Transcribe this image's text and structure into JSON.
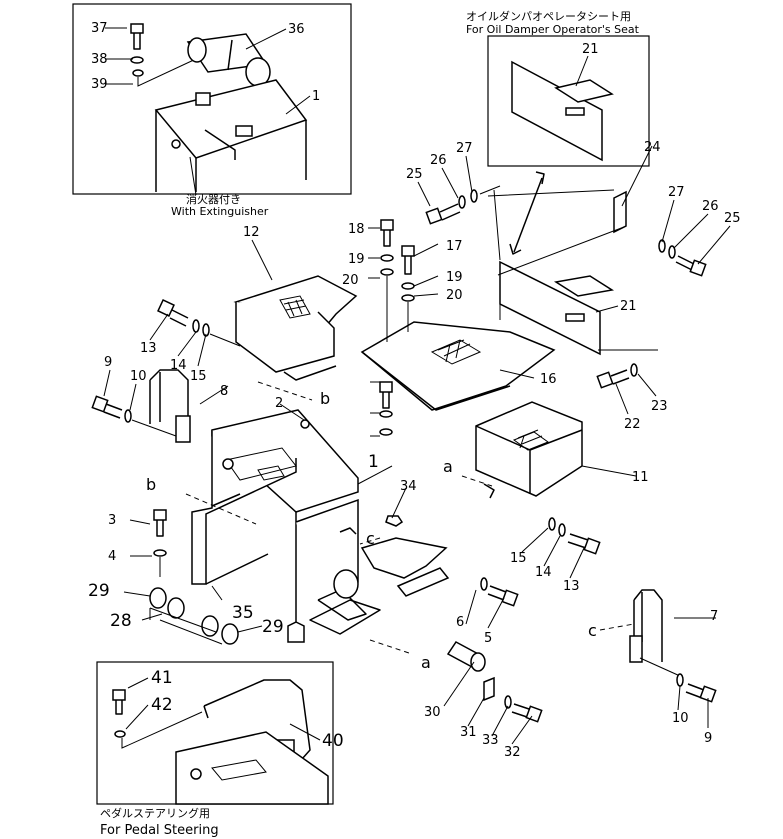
{
  "insets": {
    "extinguisher": {
      "jp": "消火器付き",
      "en": "With Extinguisher"
    },
    "oil_damper": {
      "jp": "オイルダンパオペレータシート用",
      "en": "For Oil Damper Operator's Seat"
    },
    "pedal": {
      "jp": "ペダルステアリング用",
      "en": "For Pedal Steering"
    }
  },
  "letters": {
    "a": "a",
    "b": "b",
    "c": "c"
  },
  "callouts": [
    "1",
    "2",
    "3",
    "4",
    "5",
    "6",
    "7",
    "8",
    "9",
    "10",
    "11",
    "12",
    "13",
    "14",
    "15",
    "16",
    "17",
    "18",
    "19",
    "20",
    "21",
    "22",
    "23",
    "24",
    "25",
    "26",
    "27",
    "28",
    "29",
    "30",
    "31",
    "32",
    "33",
    "34",
    "35",
    "36",
    "37",
    "38",
    "39",
    "40",
    "41",
    "42"
  ]
}
